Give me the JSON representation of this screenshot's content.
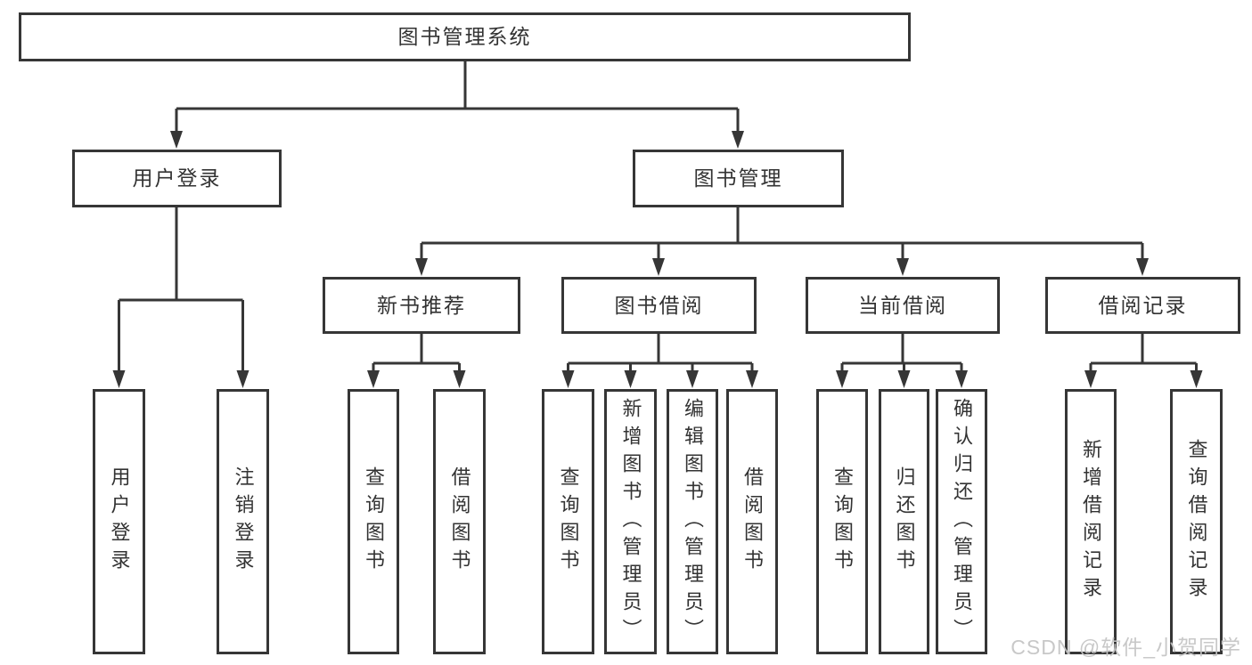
{
  "diagram_title": "图书管理系统",
  "colors": {
    "line": "#363636",
    "border": "#363636",
    "text": "#333333",
    "background": "#ffffff",
    "watermark": "#c5c5c5"
  },
  "watermark": {
    "text": "CSDN @软件_小贺同学"
  },
  "tree": {
    "label": "图书管理系统",
    "children": [
      {
        "label": "用户登录",
        "children": [
          {
            "label": "用户登录"
          },
          {
            "label": "注销登录"
          }
        ]
      },
      {
        "label": "图书管理",
        "children": [
          {
            "label": "新书推荐",
            "children": [
              {
                "label": "查询图书"
              },
              {
                "label": "借阅图书"
              }
            ]
          },
          {
            "label": "图书借阅",
            "children": [
              {
                "label": "查询图书"
              },
              {
                "label": "新增图书（管理员）"
              },
              {
                "label": "编辑图书（管理员）"
              },
              {
                "label": "借阅图书"
              }
            ]
          },
          {
            "label": "当前借阅",
            "children": [
              {
                "label": "查询图书"
              },
              {
                "label": "归还图书"
              },
              {
                "label": "确认归还（管理员）"
              }
            ]
          },
          {
            "label": "借阅记录",
            "children": [
              {
                "label": "新增借阅记录"
              },
              {
                "label": "查询借阅记录"
              }
            ]
          }
        ]
      }
    ]
  }
}
